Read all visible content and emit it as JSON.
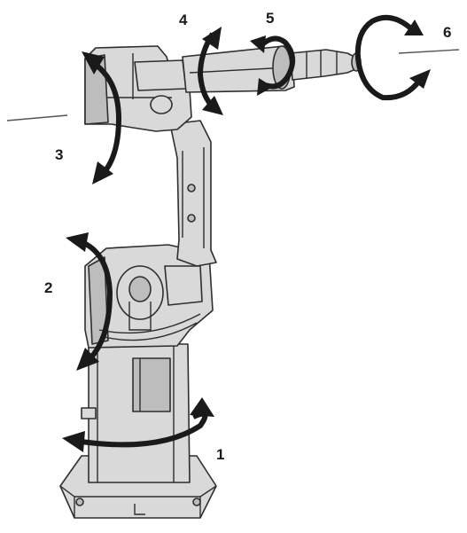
{
  "diagram": {
    "axis_labels": [
      "1",
      "2",
      "3",
      "4",
      "5",
      "6"
    ]
  }
}
